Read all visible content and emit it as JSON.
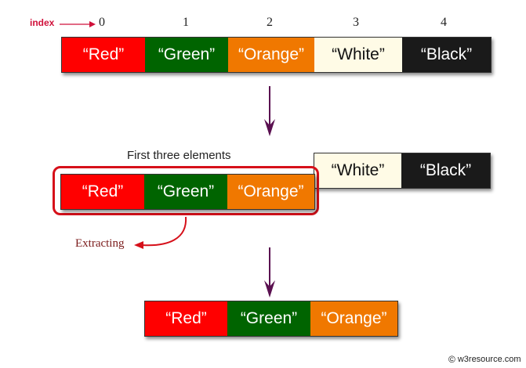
{
  "index_label": "index",
  "indices": [
    "0",
    "1",
    "2",
    "3",
    "4"
  ],
  "colors": {
    "red": "#ff0000",
    "green": "#006400",
    "orange": "#f07800",
    "white": "#fffbe6",
    "black": "#1a1a1a",
    "arrow": "#5a1050",
    "highlight": "#d6101a",
    "index_label": "#d0103a"
  },
  "array": [
    {
      "label": "“Red”",
      "color": "red"
    },
    {
      "label": "“Green”",
      "color": "green"
    },
    {
      "label": "“Orange”",
      "color": "orange"
    },
    {
      "label": "“White”",
      "color": "white"
    },
    {
      "label": "“Black”",
      "color": "black"
    }
  ],
  "caption": "First three elements",
  "extract_label": "Extracting",
  "first_three": [
    {
      "label": "“Red”",
      "color": "red"
    },
    {
      "label": "“Green”",
      "color": "green"
    },
    {
      "label": "“Orange”",
      "color": "orange"
    }
  ],
  "remaining": [
    {
      "label": "“White”",
      "color": "white"
    },
    {
      "label": "“Black”",
      "color": "black"
    }
  ],
  "result": [
    {
      "label": "“Red”",
      "color": "red"
    },
    {
      "label": "“Green”",
      "color": "green"
    },
    {
      "label": "“Orange”",
      "color": "orange"
    }
  ],
  "copyright": {
    "symbol": "©",
    "text": "w3resource.com"
  }
}
